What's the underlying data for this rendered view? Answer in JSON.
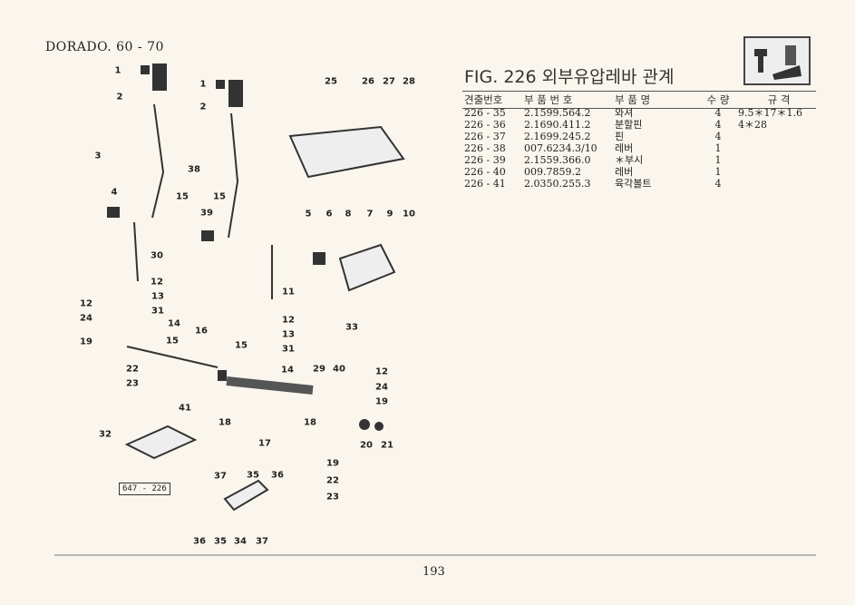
{
  "header": {
    "model": "DORADO. 60 - 70",
    "figure_title": "FIG. 226 외부유압레바 관계"
  },
  "table": {
    "columns": [
      "견출번호",
      "부 품 번 호",
      "부 품 명",
      "수 량",
      "규 격"
    ],
    "rows": [
      [
        "226 - 35",
        "2.1599.564.2",
        "와셔",
        "4",
        "9.5＊17＊1.6"
      ],
      [
        "226 - 36",
        "2.1690.411.2",
        "분할핀",
        "4",
        "4＊28"
      ],
      [
        "226 - 37",
        "2.1699.245.2",
        "핀",
        "4",
        ""
      ],
      [
        "226 - 38",
        "007.6234.3/10",
        "레버",
        "1",
        ""
      ],
      [
        "226 - 39",
        "2.1559.366.0",
        "＊부시",
        "1",
        ""
      ],
      [
        "226 - 40",
        "009.7859.2",
        "레버",
        "1",
        ""
      ],
      [
        "226 - 41",
        "2.0350.255.3",
        "육각볼트",
        "4",
        ""
      ]
    ]
  },
  "diagram": {
    "callouts": [
      "1",
      "2",
      "1",
      "2",
      "3",
      "38",
      "4",
      "15",
      "15",
      "39",
      "30",
      "12",
      "13",
      "31",
      "12",
      "24",
      "14",
      "16",
      "19",
      "15",
      "22",
      "23",
      "41",
      "32",
      "17",
      "18",
      "18",
      "15",
      "14",
      "11",
      "12",
      "13",
      "31",
      "33",
      "29",
      "40",
      "12",
      "24",
      "19",
      "20",
      "21",
      "25",
      "26",
      "27",
      "28",
      "5",
      "6",
      "8",
      "7",
      "9",
      "10",
      "19",
      "22",
      "23",
      "37",
      "35",
      "36",
      "36",
      "35",
      "34",
      "37"
    ],
    "reference_box": "647 - 226"
  },
  "footer": {
    "page_number": "193"
  }
}
